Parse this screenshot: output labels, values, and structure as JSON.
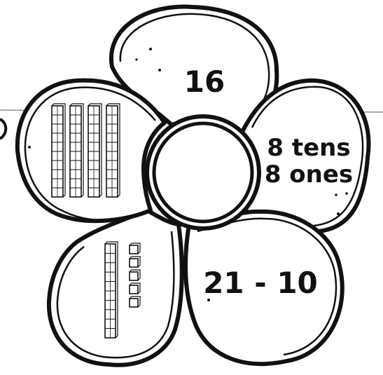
{
  "worksheet": {
    "petals": [
      {
        "id": "top",
        "text": "16"
      },
      {
        "id": "right",
        "lines": [
          "8 tens",
          "8 ones"
        ]
      },
      {
        "id": "bottom-right",
        "text": "21 - 10"
      },
      {
        "id": "bottom-left",
        "base_ten": {
          "tens_rods": 1,
          "ones_cubes": 5
        }
      },
      {
        "id": "left",
        "base_ten": {
          "tens_rods": 4,
          "ones_cubes": 0
        }
      }
    ],
    "center": {
      "text": ""
    }
  },
  "colors": {
    "ink": "#111111",
    "paper": "#ffffff"
  }
}
